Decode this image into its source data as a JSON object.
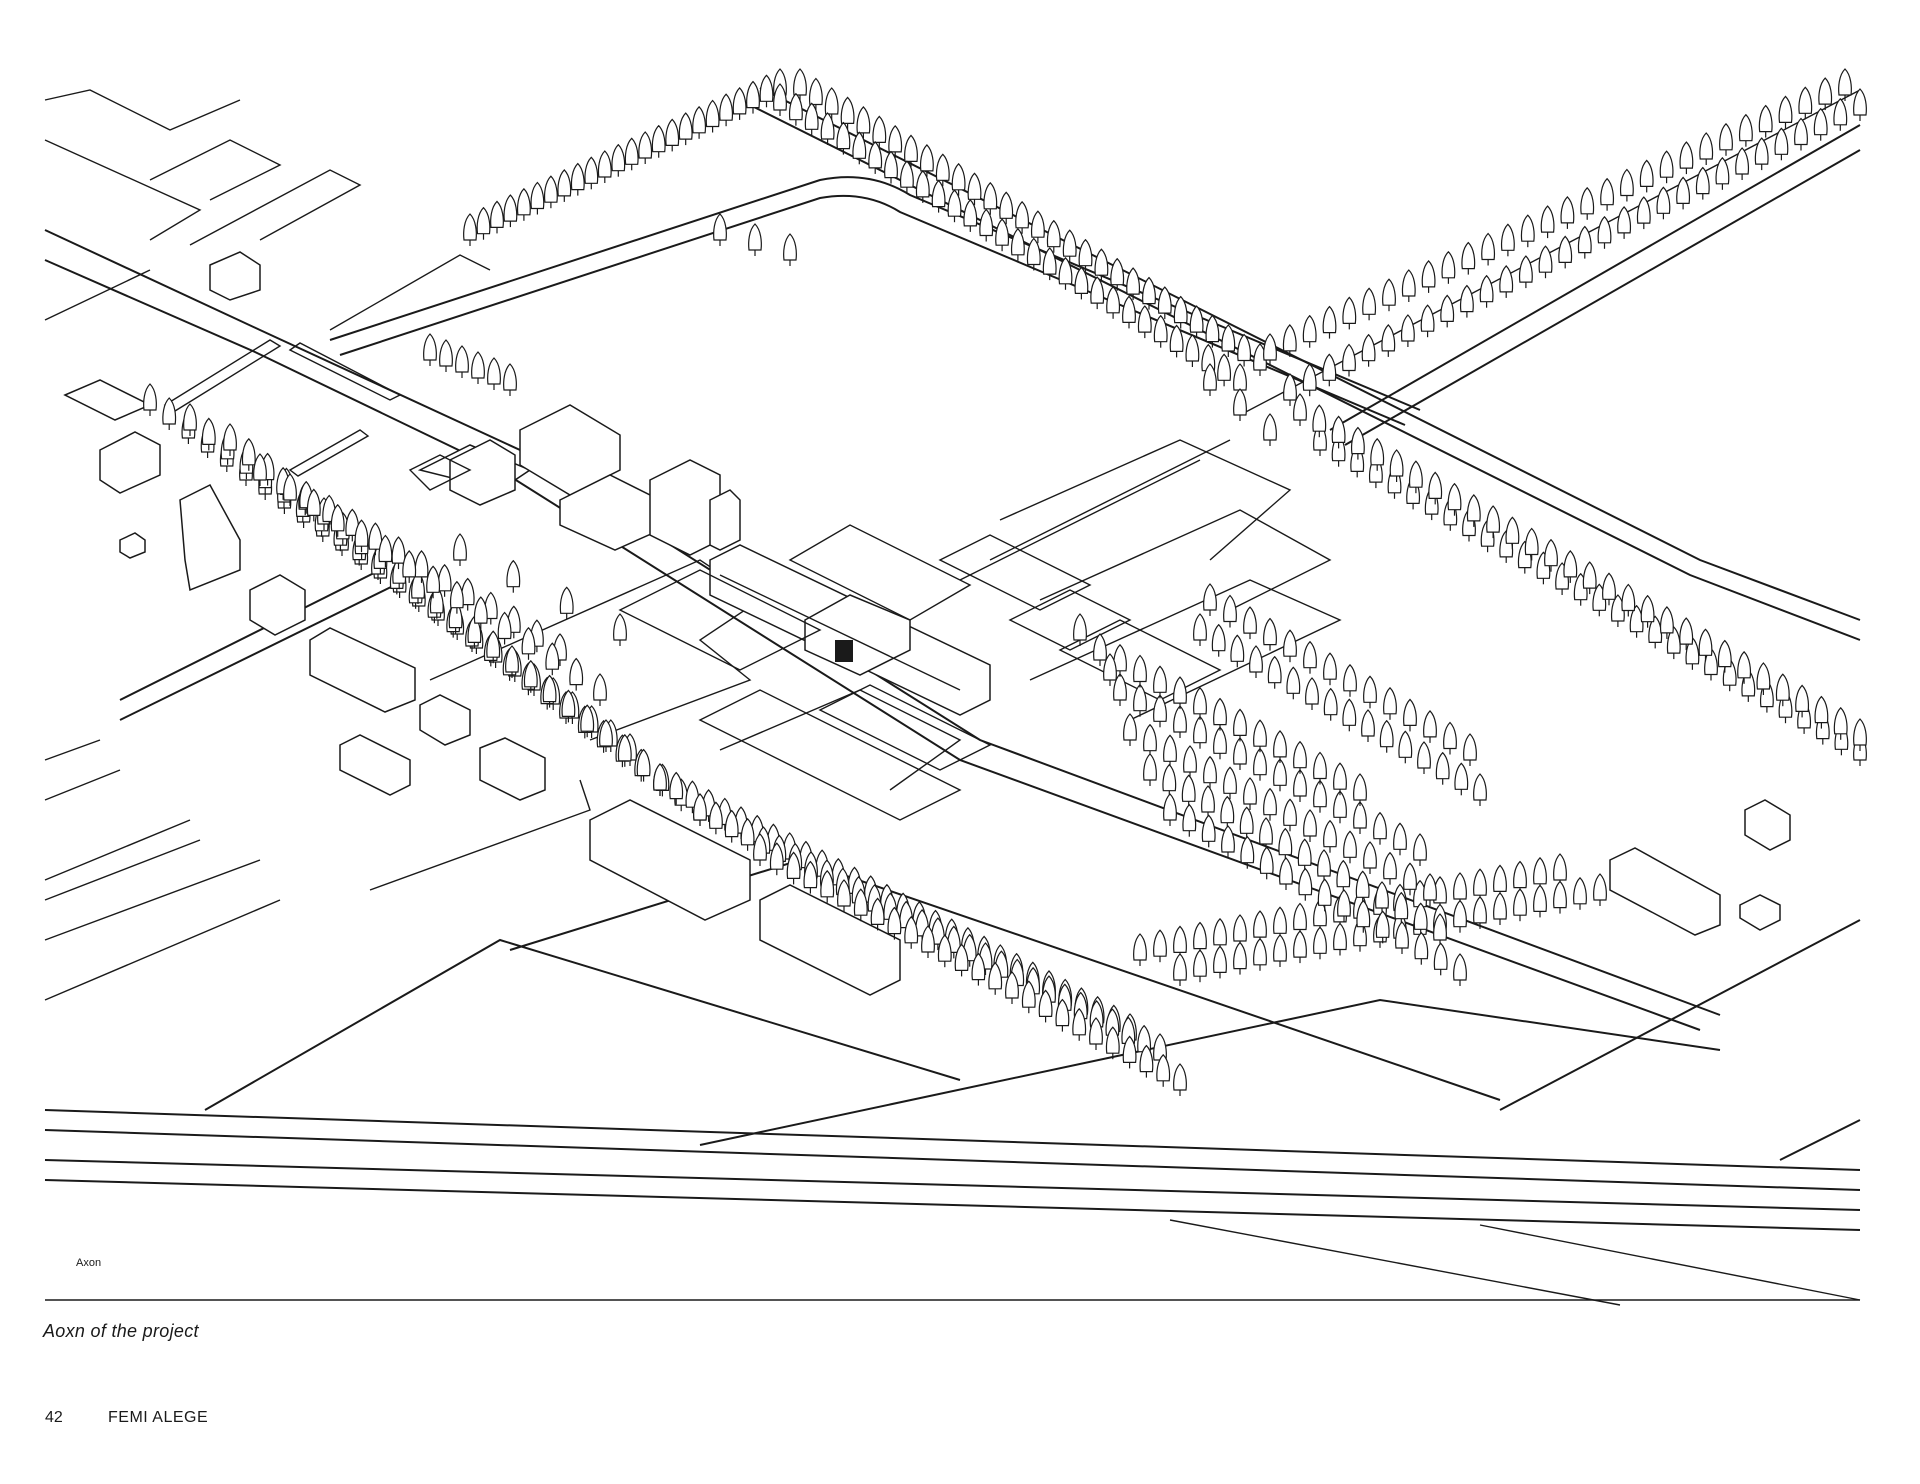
{
  "drawing": {
    "label": "Axon"
  },
  "caption": "Aoxn of the project",
  "footer": {
    "page_number": "42",
    "author": "FEMI ALEGE"
  },
  "colors": {
    "line": "#1a1a1a",
    "background": "#ffffff"
  }
}
